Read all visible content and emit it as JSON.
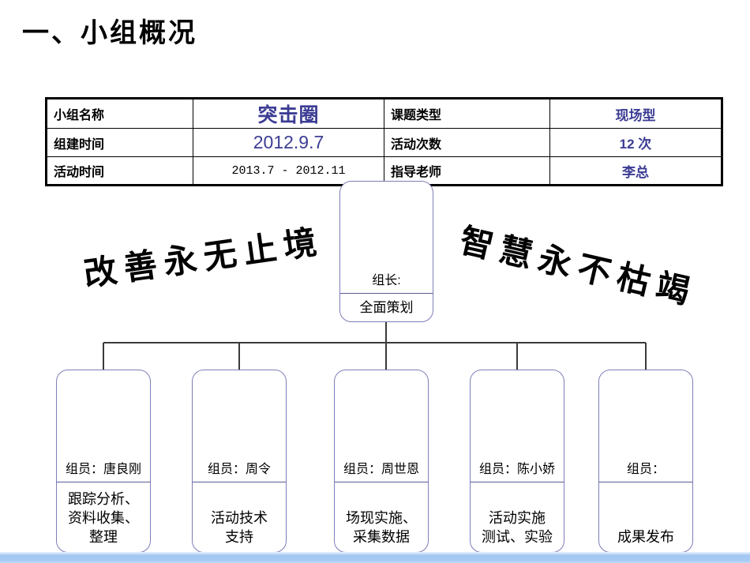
{
  "title": "一、小组概况",
  "info_table": {
    "rows": [
      {
        "label_left": "小组名称",
        "value_left": "突击圈",
        "label_right": "课题类型",
        "value_right": "现场型"
      },
      {
        "label_left": "组建时间",
        "value_left": "2012.9.7",
        "label_right": "活动次数",
        "value_right": "12 次"
      },
      {
        "label_left": "活动时间",
        "value_left": "2013.7 - 2012.11",
        "label_right": "指导老师",
        "value_right": "李总"
      }
    ]
  },
  "slogans": {
    "left": "改善永无止境",
    "right": "智慧永不枯竭"
  },
  "org_chart": {
    "leader": {
      "role": "组长:",
      "duty": "全面策划"
    },
    "members": [
      {
        "name": "组员：唐良刚",
        "duty": "跟踪分析、\n资料收集、\n整理"
      },
      {
        "name": "组员：周令",
        "duty": "活动技术\n支持"
      },
      {
        "name": "组员：周世恩",
        "duty": "场现实施、\n采集数据"
      },
      {
        "name": "组员：陈小娇",
        "duty": "活动实施\n测试、实验"
      },
      {
        "name": "组员：",
        "duty": "成果发布"
      }
    ]
  },
  "colors": {
    "accent_blue_text": "#3c3c94",
    "node_border": "#7e7eb8",
    "node_divider": "#5a5a96",
    "connector_line": "#3a3a3a",
    "bottom_bar_blue": "#a6caf3",
    "table_border": "#000000"
  }
}
